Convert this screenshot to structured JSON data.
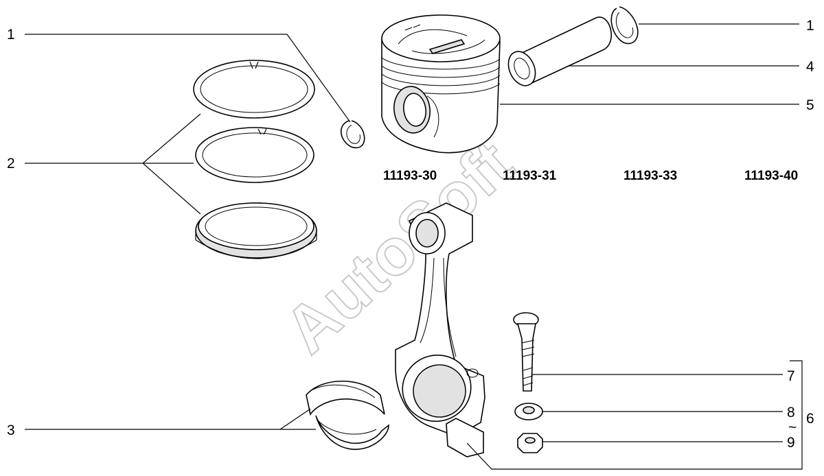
{
  "callouts": {
    "c1_left": "1",
    "c1_right": "1",
    "c2": "2",
    "c3": "3",
    "c4": "4",
    "c5": "5",
    "c6": "6",
    "c7": "7",
    "c8": "8",
    "c8_9_sep": "~",
    "c9": "9"
  },
  "part_numbers": [
    "11193-30",
    "11193-31",
    "11193-33",
    "11193-40"
  ],
  "watermark": "AutoSoft"
}
